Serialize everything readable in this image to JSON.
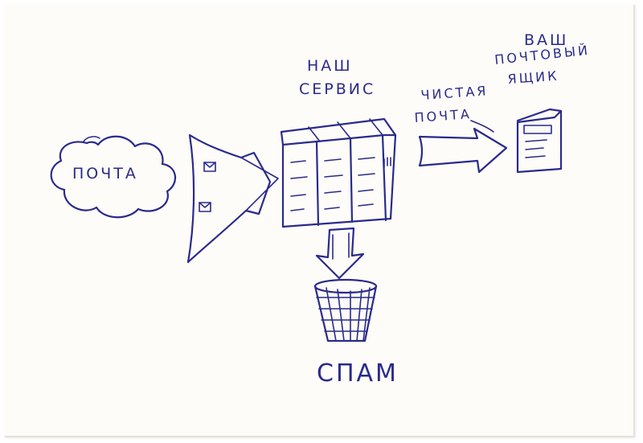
{
  "labels": {
    "mail": "ПОЧТА",
    "service_line1": "НАШ",
    "service_line2": "СЕРВИС",
    "clean_line1": "ЧИСТАЯ",
    "clean_line2": "ПОЧТА",
    "mailbox_line1": "ВАШ",
    "mailbox_line2": "ПОЧТОВЫЙ",
    "mailbox_line3": "ЯЩИК",
    "spam": "СПАМ"
  },
  "colors": {
    "ink": "#2a2a8c",
    "paper": "#fdfcf8"
  }
}
